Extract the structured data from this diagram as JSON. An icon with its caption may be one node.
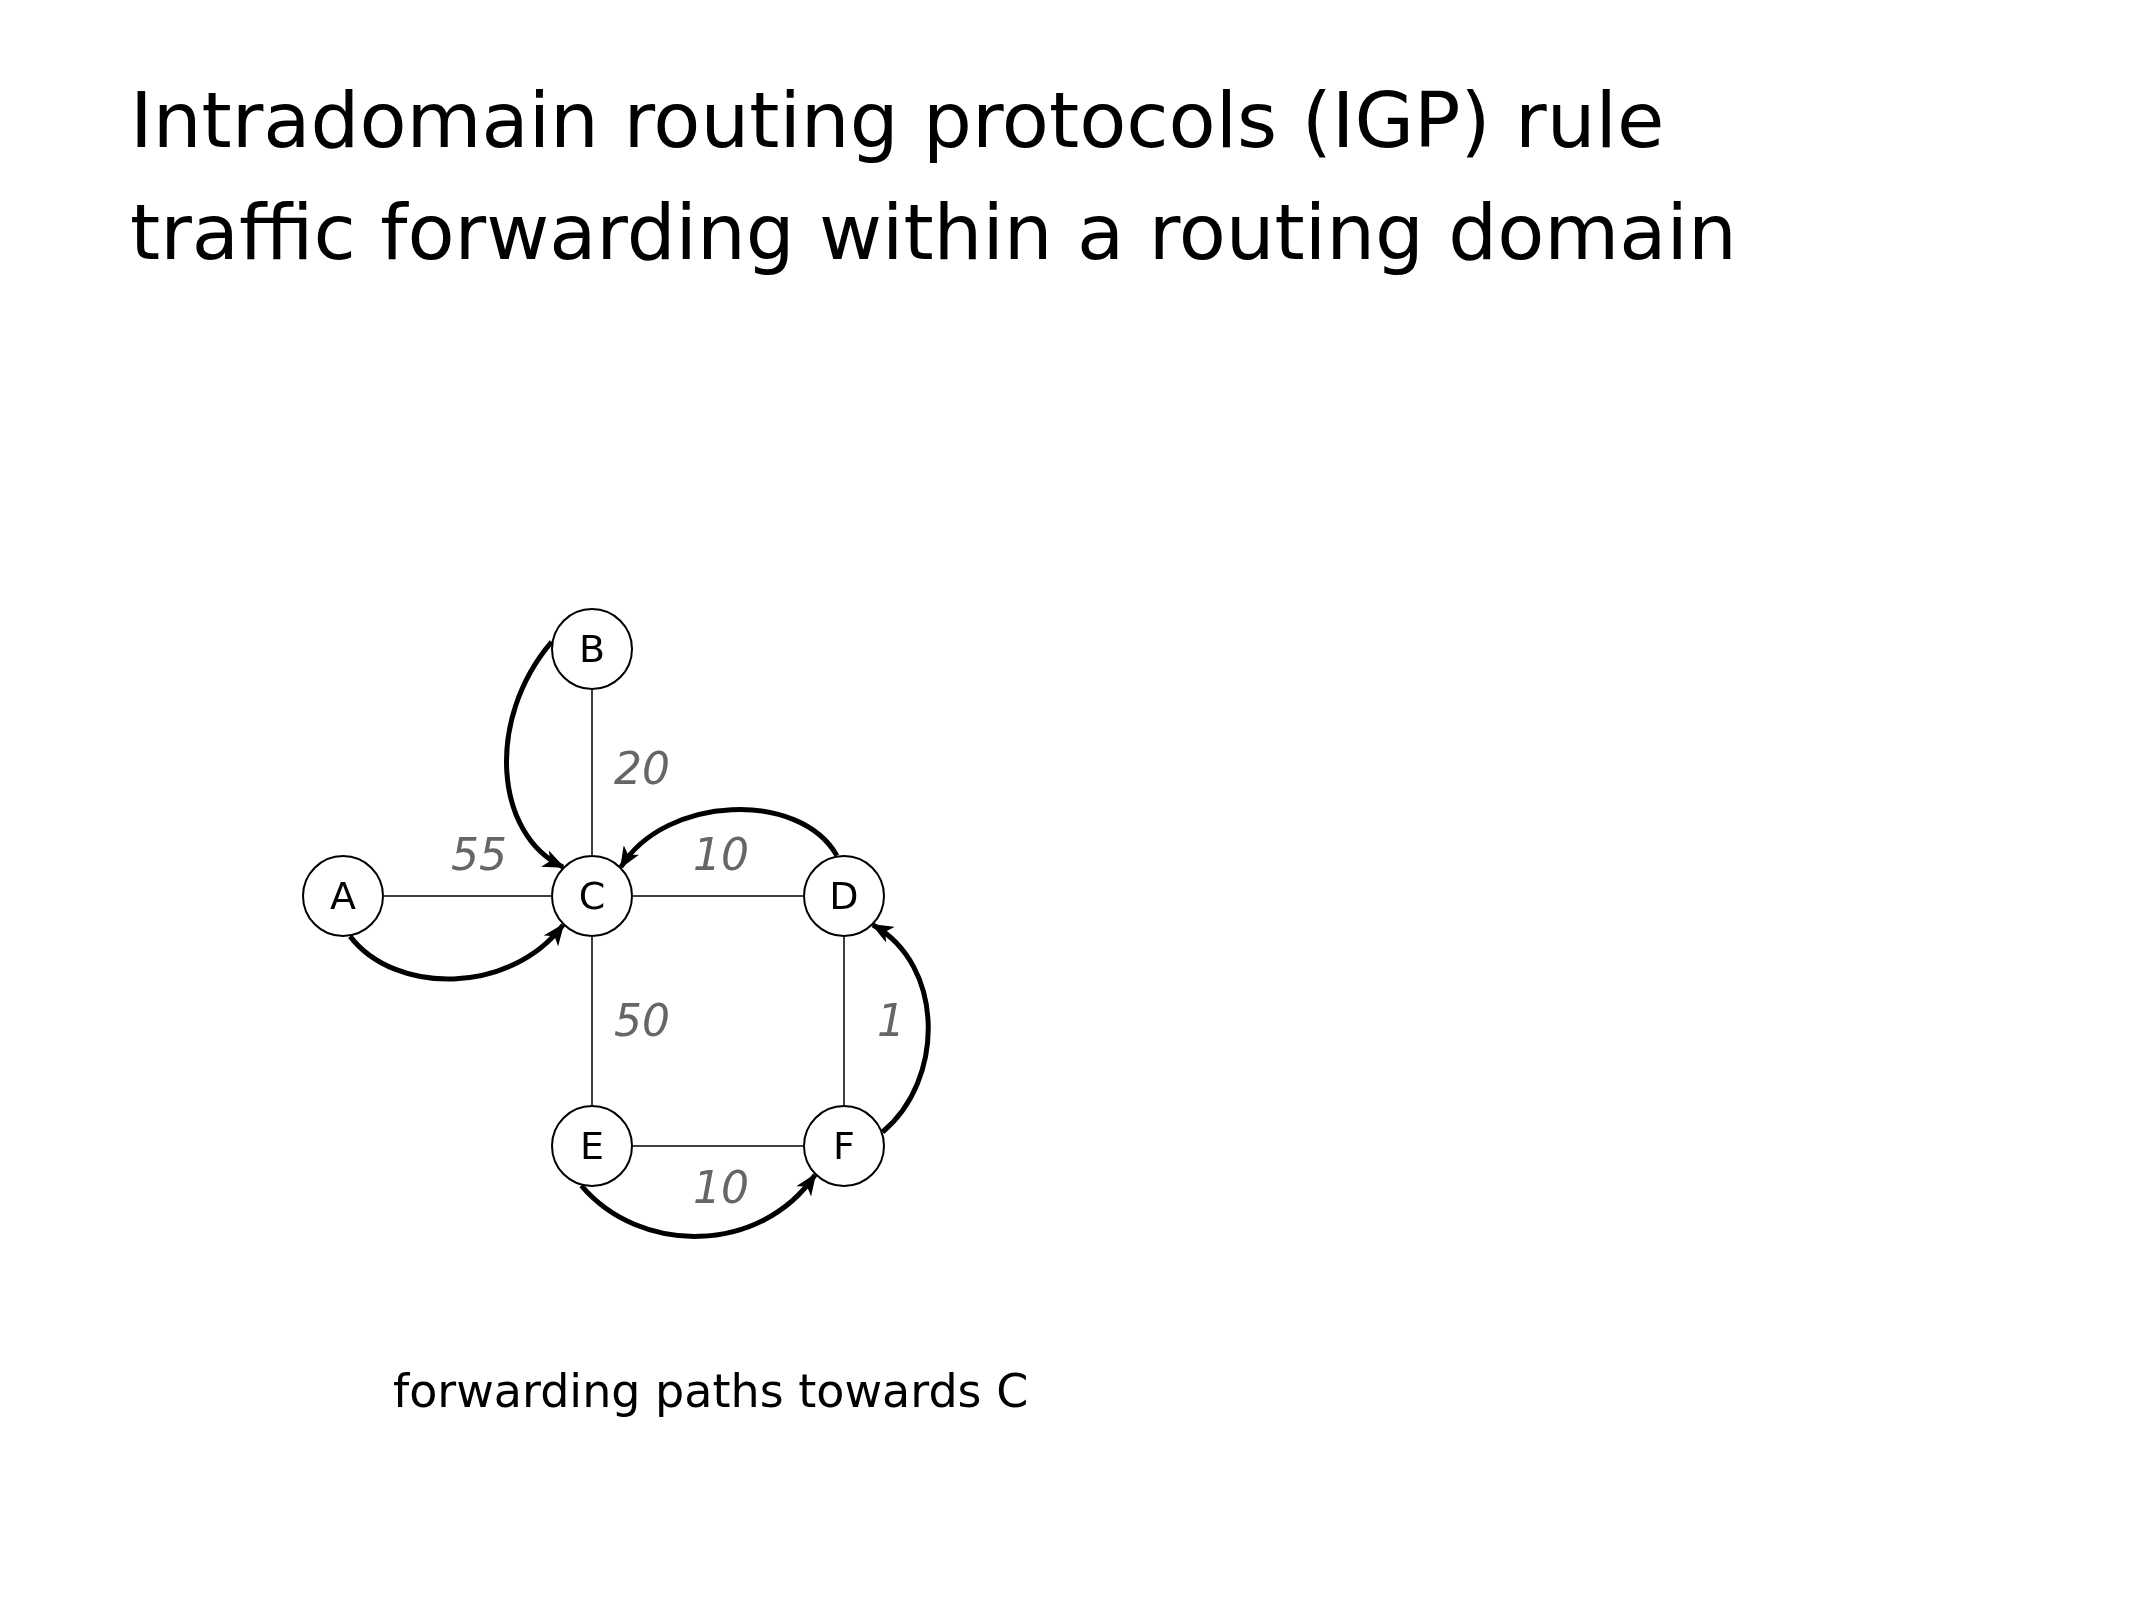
{
  "diagram": {
    "title": "Intradomain routing protocols (IGP) rule traffic forwarding within a routing domain",
    "caption": "forwarding paths towards C",
    "nodes": [
      {
        "text": [
          "B"
        ]
      },
      {
        "text": [
          "A"
        ]
      },
      {
        "text": [
          "C"
        ]
      },
      {
        "text": [
          "D"
        ]
      },
      {
        "text": [
          "E"
        ]
      },
      {
        "text": [
          "F"
        ]
      }
    ],
    "edges": [
      {
        "from": 1,
        "to": 2,
        "arrow": "none",
        "label": "55"
      },
      {
        "from": 0,
        "to": 2,
        "arrow": "none",
        "label": "20"
      },
      {
        "from": 2,
        "to": 3,
        "arrow": "none",
        "label": "10"
      },
      {
        "from": 2,
        "to": 4,
        "arrow": "none",
        "label": "50"
      },
      {
        "from": 3,
        "to": 5,
        "arrow": "none",
        "label": "1"
      },
      {
        "from": 4,
        "to": 5,
        "arrow": "none",
        "label": "10"
      },
      {
        "from": 0,
        "to": 2,
        "arrow": "to",
        "style": "thick"
      },
      {
        "from": 1,
        "to": 2,
        "arrow": "to",
        "style": "thick"
      },
      {
        "from": 3,
        "to": 2,
        "arrow": "to",
        "style": "thick"
      },
      {
        "from": 5,
        "to": 3,
        "arrow": "to",
        "style": "thick"
      },
      {
        "from": 4,
        "to": 5,
        "arrow": "to",
        "style": "thick"
      }
    ]
  }
}
